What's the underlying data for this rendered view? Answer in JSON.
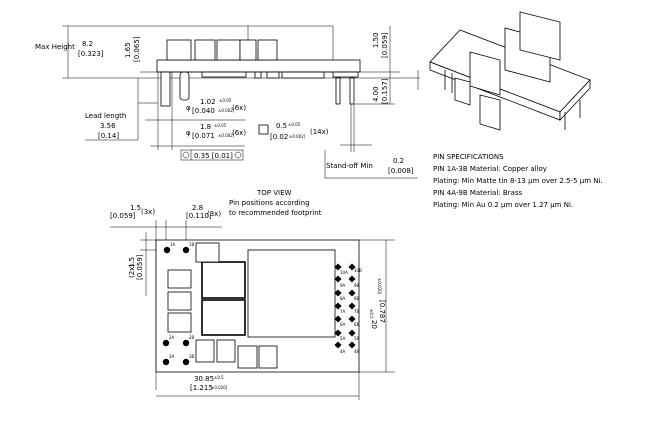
{
  "side_view": {
    "max_height_label": "Max Height",
    "max_height_mm": "8.2",
    "max_height_in": "[0.323]",
    "board_thk_mm": "1.65",
    "board_thk_in": "[0.065]",
    "top_mm": "1.50",
    "top_in": "[0.059]",
    "lead_mm": "4.00",
    "lead_in": "[0.157]",
    "lead_length_label": "Lead length",
    "lead_length_mm": "3.56",
    "lead_length_in": "[0.14]",
    "hole1_mm": "1.02",
    "hole1_tol": "±0.05",
    "hole1_in": "[0.040",
    "hole1_in_tol": "±0.002]",
    "hole1_count": "(6x)",
    "hole2_mm": "1.8",
    "hole2_tol": "±0.05",
    "hole2_in": "[0.071",
    "hole2_in_tol": "±0.002]",
    "hole2_count": "(6x)",
    "square_mm": "0.5",
    "square_tol": "±0.05",
    "square_in": "[0.02",
    "square_in_tol": "±0.002]",
    "square_count": "(14x)",
    "tolerance_frame": "0.35 [0.01]",
    "standoff_label": "Stand-off Min",
    "standoff_mm": "0.2",
    "standoff_in": "[0.008]",
    "phi": "φ"
  },
  "pin_specs": {
    "title": "PIN SPECIFICATIONS",
    "lines": [
      "PIN 1A-3B Material: Copper alloy",
      "Plating: Min Matte tin 8-13 µm over 2.5-5 µm Ni.",
      "PIN 4A-9B Material: Brass",
      "Plating: Min Au 0.2 µm over 1.27 µm Ni."
    ]
  },
  "top_view": {
    "title": "TOP VIEW",
    "subtitle1": "Pin positions according",
    "subtitle2": "to recommended footprint",
    "pitch1_mm": "1.5",
    "pitch1_in": "[0.059]",
    "pitch1_count": "(3x)",
    "pitch2_mm": "2.8",
    "pitch2_in": "[0.110]",
    "pitch2_count": "(3x)",
    "vpitch_mm": "1.5",
    "vpitch_in": "[0.059]",
    "vpitch_count": "(2x)",
    "width_mm": "30.85",
    "width_tol": "±0.5",
    "width_in": "[1.215",
    "width_in_tol": "±0.020]",
    "height_mm": "20",
    "height_tol": "±0.5",
    "height_in": "[0.787",
    "height_in_tol": "±0.020]",
    "pins": [
      "1A",
      "1B",
      "2A",
      "2B",
      "3A",
      "3B",
      "10A",
      "10B",
      "9A",
      "9B",
      "8A",
      "8B",
      "7A",
      "7B",
      "6A",
      "6B",
      "5A",
      "5B",
      "4A",
      "4B"
    ]
  }
}
